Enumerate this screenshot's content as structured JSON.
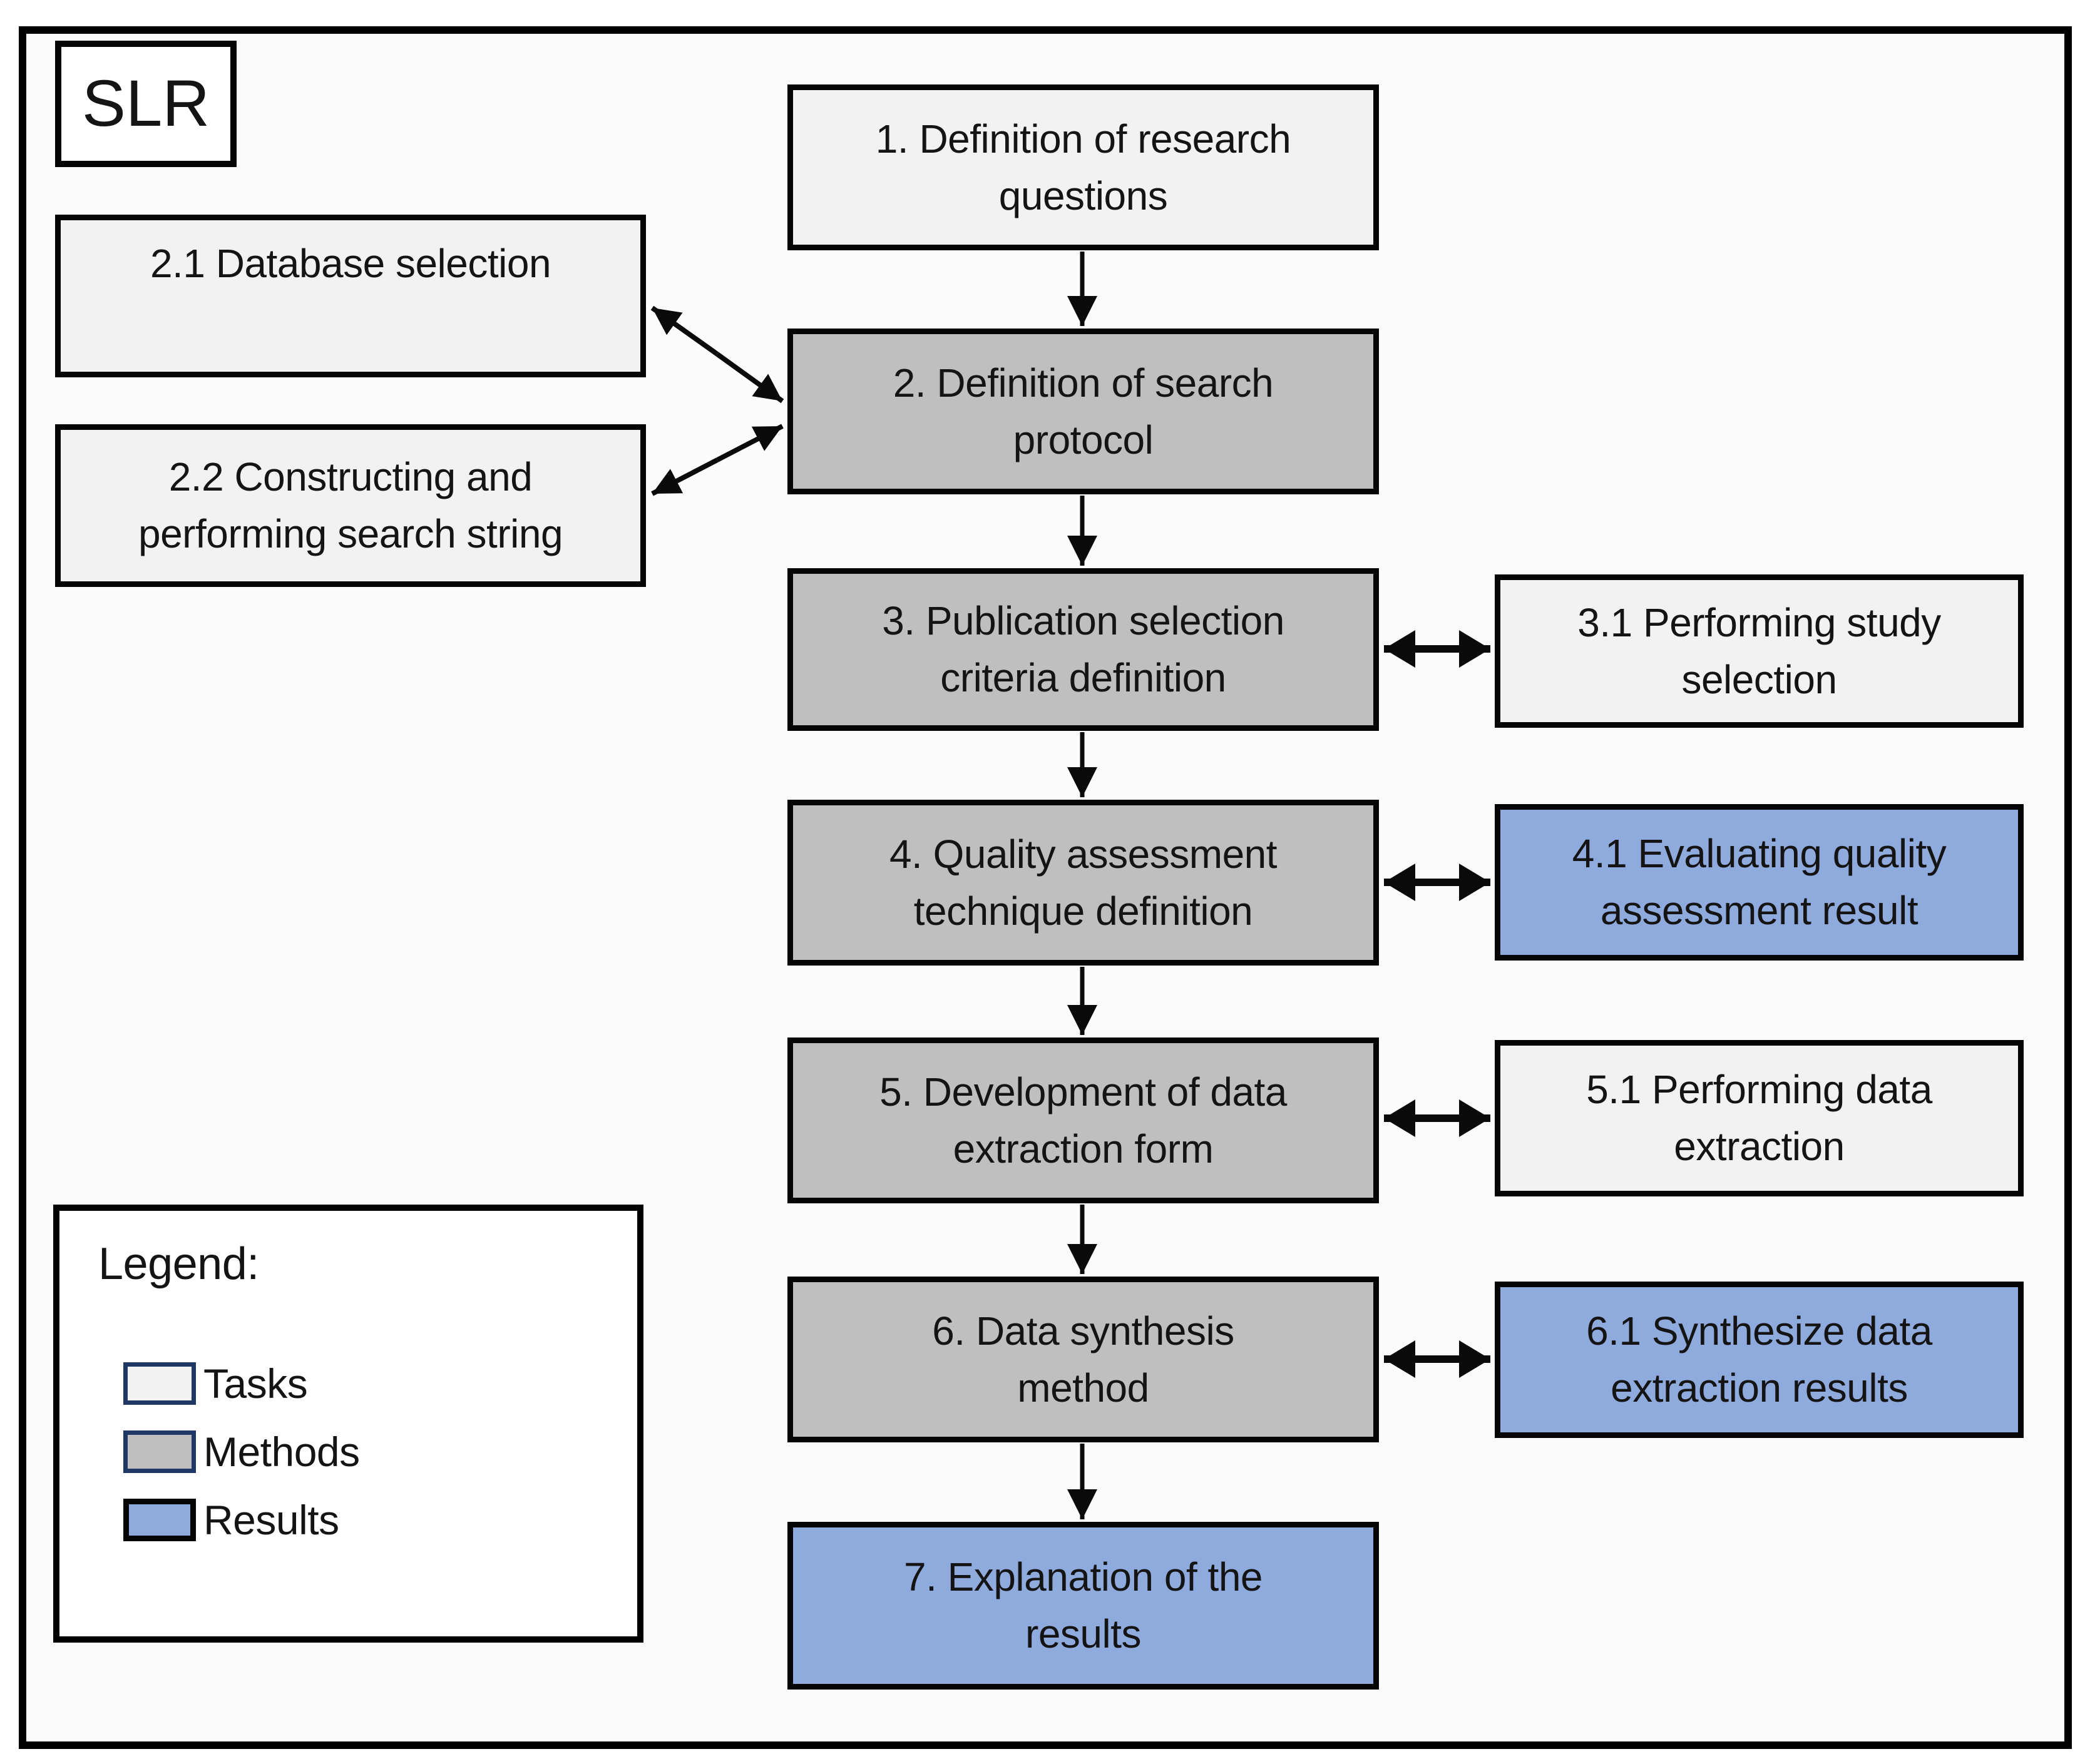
{
  "diagram": {
    "title": "SLR",
    "colors": {
      "task": "#f2f2f2",
      "method": "#bfbfbf",
      "result": "#8faadc",
      "box_border": "#050505",
      "arrow": "#0a0a0a",
      "swatch_border_dark": "#1f3864"
    },
    "nodes": [
      {
        "id": "1",
        "label": "1. Definition of research\nquestions",
        "type": "task"
      },
      {
        "id": "2",
        "label": "2. Definition of search\nprotocol",
        "type": "method"
      },
      {
        "id": "2.1",
        "label": "2.1 Database selection",
        "type": "task"
      },
      {
        "id": "2.2",
        "label": "2.2 Constructing and\nperforming search string",
        "type": "task"
      },
      {
        "id": "3",
        "label": "3. Publication selection\ncriteria definition",
        "type": "method"
      },
      {
        "id": "3.1",
        "label": "3.1 Performing study\nselection",
        "type": "task"
      },
      {
        "id": "4",
        "label": "4. Quality assessment\ntechnique definition",
        "type": "method"
      },
      {
        "id": "4.1",
        "label": "4.1 Evaluating quality\nassessment result",
        "type": "result"
      },
      {
        "id": "5",
        "label": "5. Development of data\nextraction form",
        "type": "method"
      },
      {
        "id": "5.1",
        "label": "5.1 Performing data\nextraction",
        "type": "task"
      },
      {
        "id": "6",
        "label": "6. Data synthesis\nmethod",
        "type": "method"
      },
      {
        "id": "6.1",
        "label": "6.1 Synthesize data\nextraction results",
        "type": "result"
      },
      {
        "id": "7",
        "label": "7. Explanation of the\nresults",
        "type": "result"
      }
    ],
    "legend": {
      "title": "Legend:",
      "items": [
        {
          "label": "Tasks",
          "type": "task"
        },
        {
          "label": "Methods",
          "type": "method"
        },
        {
          "label": "Results",
          "type": "result"
        }
      ]
    }
  }
}
